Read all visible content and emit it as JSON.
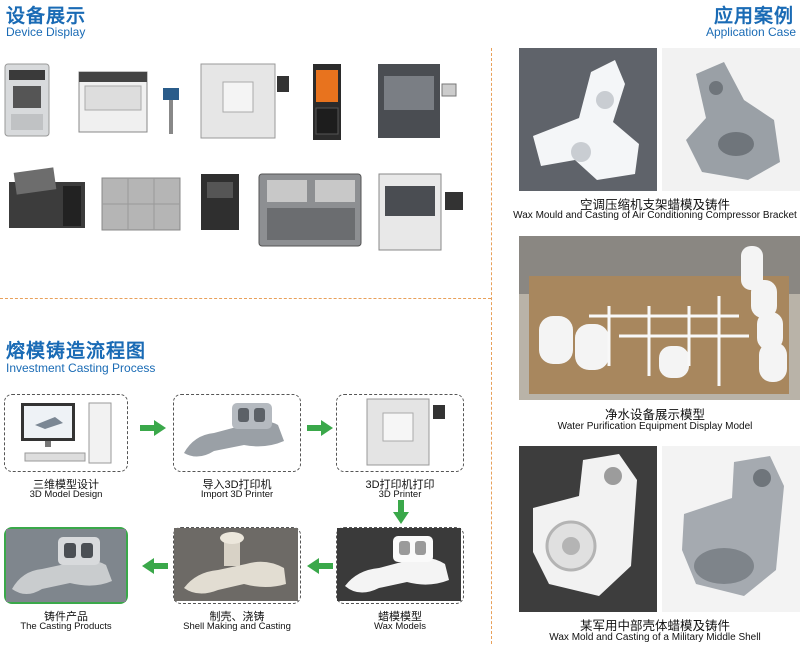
{
  "device_display": {
    "title_cn": "设备展示",
    "title_en": "Device Display",
    "icons": [
      "printer-icon"
    ]
  },
  "application_case": {
    "title_cn": "应用案例",
    "title_en": "Application Case",
    "cases": [
      {
        "cn": "空调压缩机支架蜡模及铸件",
        "en": "Wax Mould and Casting of Air Conditioning Compressor Bracket"
      },
      {
        "cn": "净水设备展示模型",
        "en": "Water Purification Equipment Display Model"
      },
      {
        "cn": "某军用中部壳体蜡模及铸件",
        "en": "Wax Mold and Casting of a Military Middle Shell"
      }
    ]
  },
  "process": {
    "title_cn": "熔模铸造流程图",
    "title_en": "Investment Casting Process",
    "steps": [
      {
        "cn": "三维模型设计",
        "en": "3D Model Design"
      },
      {
        "cn": "导入3D打印机",
        "en": "Import 3D Printer"
      },
      {
        "cn": "3D打印机打印",
        "en": "3D Printer"
      },
      {
        "cn": "蜡模模型",
        "en": "Wax Models"
      },
      {
        "cn": "制壳、浇铸",
        "en": "Shell Making and Casting"
      },
      {
        "cn": "铸件产品",
        "en": "The Casting Products"
      }
    ]
  },
  "colors": {
    "accent": "#1a6bb5",
    "arrow": "#3aa84a",
    "divider": "#e8a05a"
  }
}
